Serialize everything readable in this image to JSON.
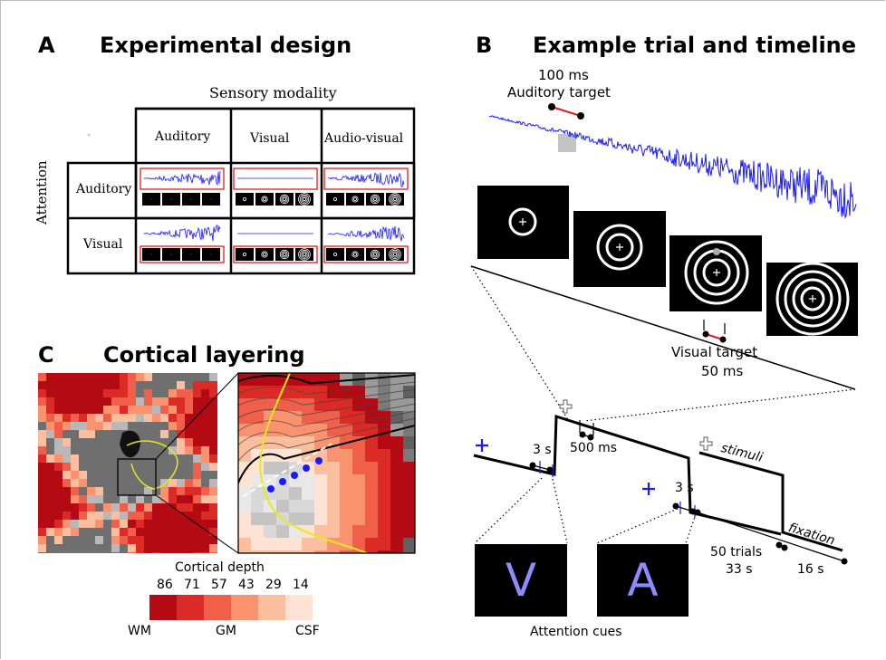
{
  "panel_a": {
    "letter": "A",
    "title": "Experimental design",
    "modality_header": "Sensory modality",
    "attention_header": "Attention",
    "columns": [
      "Auditory",
      "Visual",
      "Audio-visual"
    ],
    "rows": [
      "Auditory",
      "Visual"
    ]
  },
  "panel_b": {
    "letter": "B",
    "title": "Example trial and timeline",
    "aud_duration": "100 ms",
    "aud_target": "Auditory target",
    "vis_target": "Visual target",
    "vis_duration": "50 ms",
    "t_3s_1": "3 s",
    "t_500ms": "500 ms",
    "t_3s_2": "3 s",
    "stimuli": "stimuli",
    "fixation": "fixation",
    "trials": "50 trials",
    "trials_time": "33 s",
    "fix_time": "16 s",
    "cue_v": "V",
    "cue_a": "A",
    "cues_label": "Attention cues"
  },
  "panel_c": {
    "letter": "C",
    "title": "Cortical layering",
    "depth_title": "Cortical depth",
    "depth_ticks": [
      "86",
      "71",
      "57",
      "43",
      "29",
      "14"
    ],
    "colorbar_colors": [
      "#b30a14",
      "#dc2a26",
      "#f05f49",
      "#f8926f",
      "#fbbf9f",
      "#fde3d4"
    ],
    "wm": "WM",
    "gm": "GM",
    "csf": "CSF"
  },
  "colors": {
    "waveform": "#1a1aff",
    "target_red": "#e31a1c",
    "cue_letter": "#8c8cff",
    "contour_yellow": "#e8e81a"
  }
}
